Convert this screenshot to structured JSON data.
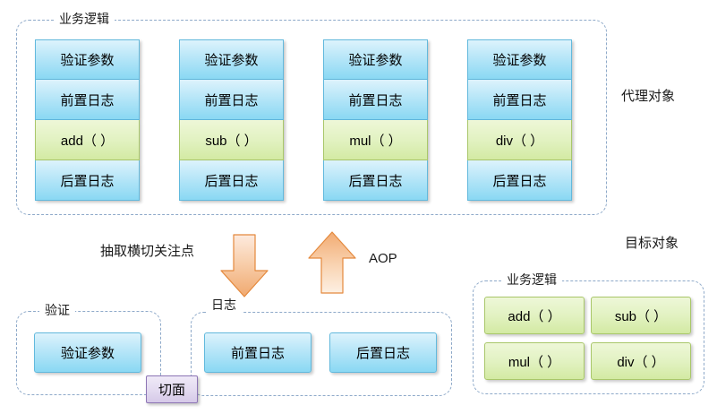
{
  "diagram": {
    "title_hidden": "",
    "colors": {
      "blue_fill_light": "#ddf3fc",
      "blue_fill_dark": "#8ad8f3",
      "blue_border": "#62b9dd",
      "green_fill_light": "#eef7d8",
      "green_fill_dark": "#d3eaa3",
      "green_border": "#a9c76a",
      "dashed_border": "#8ea9c9",
      "arrow_fill": "#f4bd8a",
      "arrow_border": "#e08a3c",
      "aspect_fill": "#e3daf0",
      "aspect_border": "#8d75b5"
    }
  },
  "proxy_section": {
    "group_label": "业务逻辑",
    "outside_label": "代理对象",
    "columns": [
      {
        "name": "add-column",
        "cells": [
          "验证参数",
          "前置日志",
          "add（ ）",
          "后置日志"
        ]
      },
      {
        "name": "sub-column",
        "cells": [
          "验证参数",
          "前置日志",
          "sub（ ）",
          "后置日志"
        ]
      },
      {
        "name": "mul-column",
        "cells": [
          "验证参数",
          "前置日志",
          "mul（ ）",
          "后置日志"
        ]
      },
      {
        "name": "div-column",
        "cells": [
          "验证参数",
          "前置日志",
          "div（ ）",
          "后置日志"
        ]
      }
    ]
  },
  "middle": {
    "extract_label": "抽取横切关注点",
    "aop_label": "AOP",
    "down_arrow_icon": "arrow-down-icon",
    "up_arrow_icon": "arrow-up-icon"
  },
  "aspect_section": {
    "pill_label": "切面",
    "validation_group": {
      "label": "验证",
      "items": [
        "验证参数"
      ]
    },
    "logging_group": {
      "label": "日志",
      "items": [
        "前置日志",
        "后置日志"
      ]
    }
  },
  "target_section": {
    "outside_label": "目标对象",
    "group_label": "业务逻辑",
    "methods": [
      "add（ ）",
      "sub（ ）",
      "mul（ ）",
      "div（ ）"
    ]
  }
}
